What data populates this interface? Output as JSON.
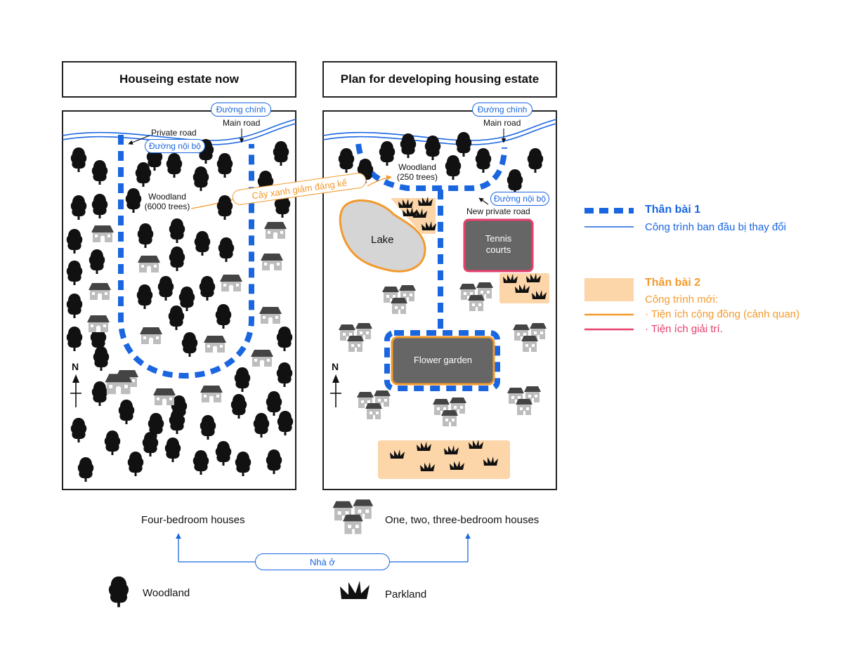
{
  "panels": {
    "left_title": "Houseing estate now",
    "right_title": "Plan for developing housing estate"
  },
  "left_map": {
    "main_road_pill": "Đường chính",
    "main_road": "Main road",
    "private_road": "Private road",
    "internal_road_pill": "Đường nội bộ",
    "woodland_line1": "Woodland",
    "woodland_line2": "(6000 trees)",
    "north": "N"
  },
  "right_map": {
    "main_road_pill": "Đường chính",
    "main_road": "Main road",
    "woodland_line1": "Woodland",
    "woodland_line2": "(250 trees)",
    "internal_road_pill": "Đường nội bộ",
    "new_private_road": "New private road",
    "lake": "Lake",
    "tennis_line1": "Tennis",
    "tennis_line2": "courts",
    "flower_garden": "Flower garden",
    "north": "N"
  },
  "annotation_tree_reduction": "Cây xanh giảm đáng kể",
  "legend": {
    "body1_title": "Thân bài 1",
    "body1_item": "Công trình ban đầu bị thay đổi",
    "body2_title": "Thân bài 2",
    "body2_item_heading": "Công trình mới:",
    "body2_item_community": "· Tiện ích cộng đồng (cảnh quan)",
    "body2_item_entertainment": "· Tiện ích giải trí."
  },
  "key": {
    "four_bedroom": "Four-bedroom houses",
    "one_two_three": "One, two, three-bedroom houses",
    "housing_pill": "Nhà ở",
    "woodland": "Woodland",
    "parkland": "Parkland"
  },
  "colors": {
    "road_blue": "#1a66e0",
    "pill_blue": "#1a66e0",
    "orange": "#f39a2c",
    "pink": "#e83e6c",
    "peach": "#fcd5a8",
    "dark_gray": "#666666",
    "tree_black": "#111111"
  }
}
